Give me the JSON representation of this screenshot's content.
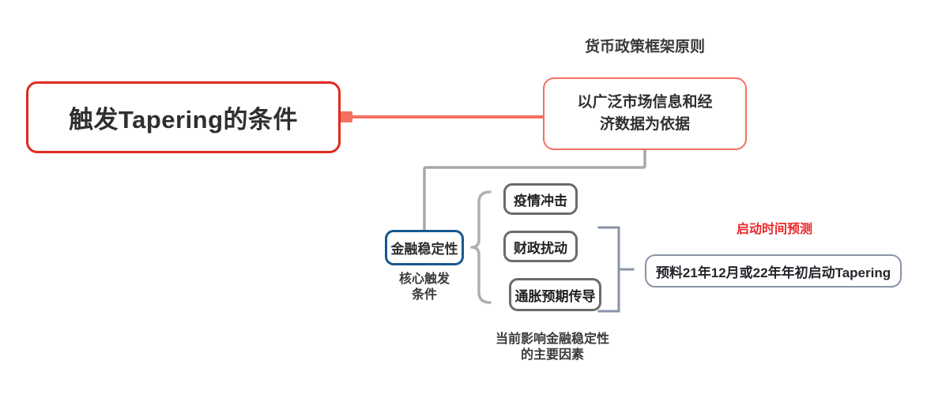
{
  "diagram": {
    "type": "mindmap",
    "background": "#ffffff",
    "colors": {
      "root_border": "#e02b20",
      "framework_border": "#f4705f",
      "stability_border": "#17578f",
      "factor_border": "#6b6b6b",
      "prediction_border": "#8a93a6",
      "connector_red": "#f4705f",
      "connector_gray": "#a8a8a8",
      "bracket_gray": "#b0b0b0",
      "bracket_blue_gray": "#8a93a6",
      "label_text": "#3a3a3a",
      "accent_red_text": "#e8282b"
    }
  },
  "nodes": {
    "root": {
      "text": "触发Tapering的条件",
      "shape": "rounded-rect",
      "border_color": "#e02b20"
    },
    "framework": {
      "title": "货币政策框架原则",
      "text": "以广泛市场信息和经\n济数据为依据",
      "shape": "rounded-rect",
      "border_color": "#f4705f"
    },
    "stability": {
      "text": "金融稳定性",
      "caption": "核心触发\n条件",
      "shape": "rounded-rect",
      "border_color": "#17578f"
    },
    "factors": {
      "caption": "当前影响金融稳定性\n的主要因素",
      "items": [
        {
          "text": "疫情冲击"
        },
        {
          "text": "财政扰动"
        },
        {
          "text": "通胀预期传导"
        }
      ]
    },
    "prediction": {
      "title": "启动时间预测",
      "text": "预料21年12月或22年年初启动Tapering",
      "shape": "rounded-rect",
      "border_color": "#8a93a6"
    }
  }
}
